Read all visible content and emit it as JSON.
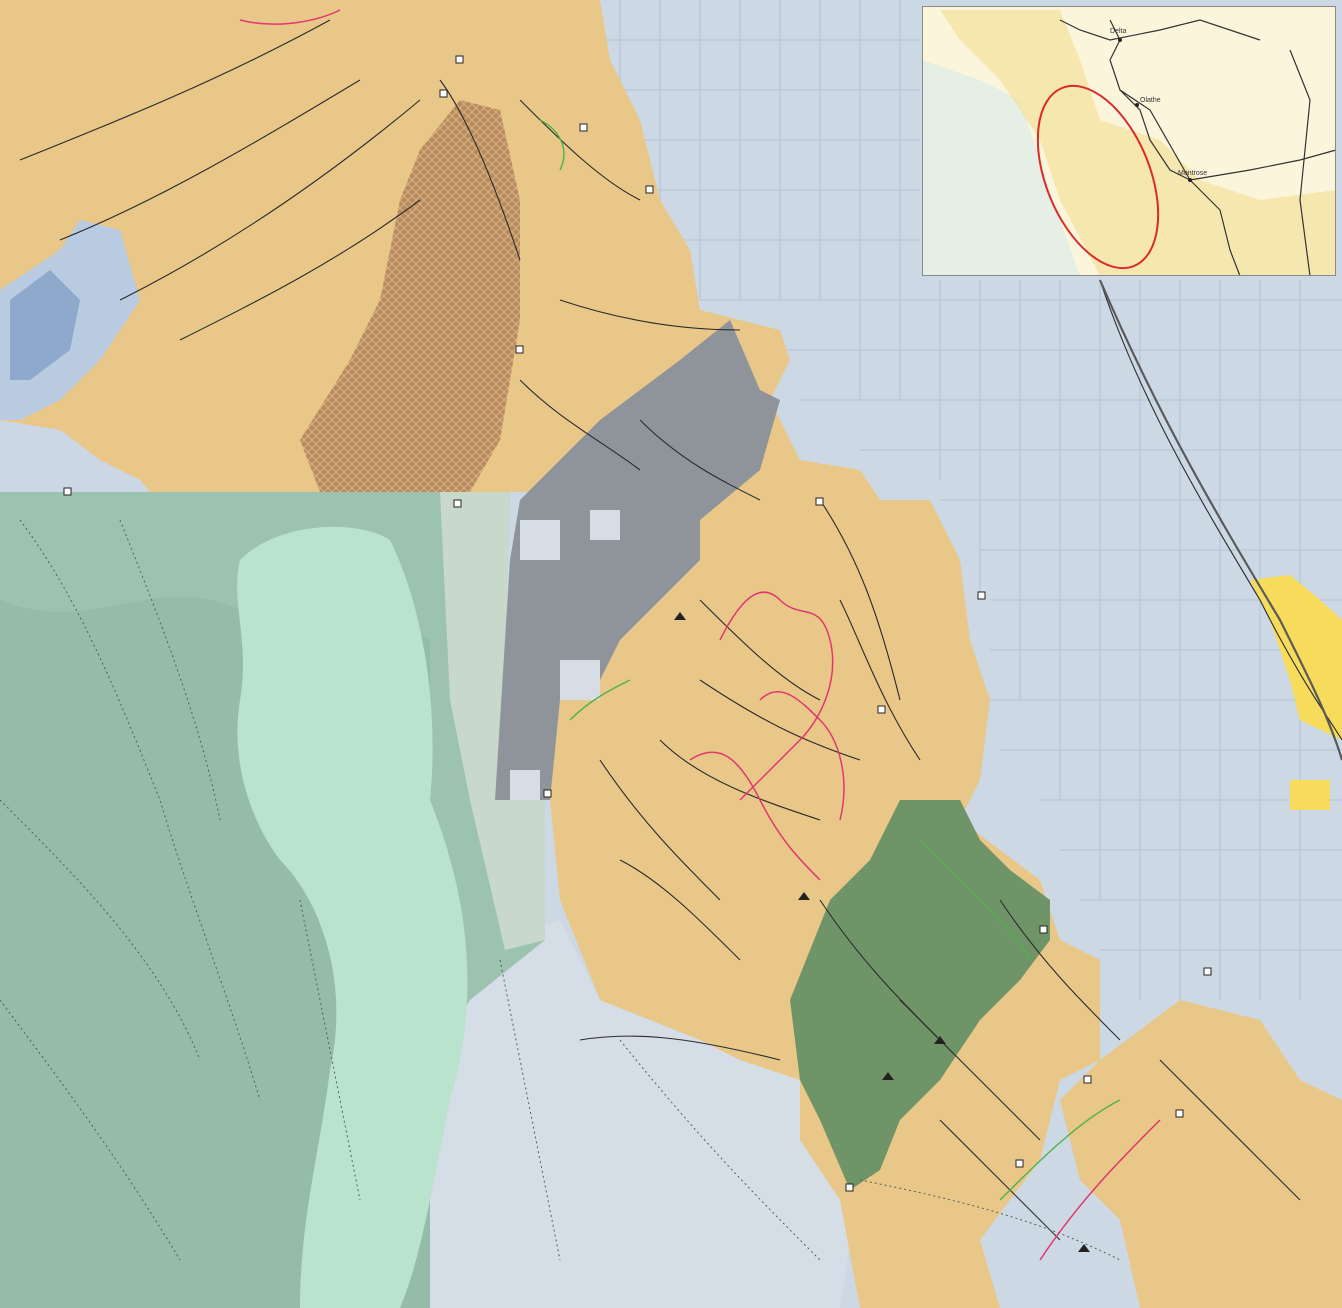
{
  "inset_map": {
    "towns": [
      {
        "name": "Delta"
      },
      {
        "name": "Olathe"
      },
      {
        "name": "Montrose"
      }
    ]
  },
  "legend_colors": {
    "blm_land": "#e9c88a",
    "private_land": "#c9d7e3",
    "national_forest": "#9fc7b2",
    "wilderness_area": "#bfe6cf",
    "special_area_gray": "#8f949a",
    "special_area_green": "#6f9468",
    "hatched_area": "#b98a5a",
    "towns": "#f6dc5a",
    "inset_outline": "#d92b2b",
    "trails_red": "#e0386f",
    "trails_green": "#4fb24a",
    "roads": "#2b2b2b"
  },
  "icons": [
    "trailhead-icon",
    "campground-icon"
  ]
}
